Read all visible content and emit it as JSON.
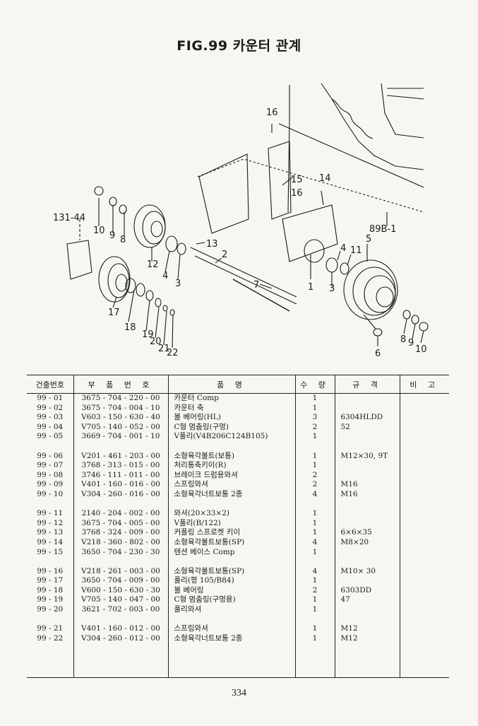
{
  "title": "FIG.99 카운터 관계",
  "callouts": [
    "16",
    "15",
    "16",
    "14",
    "89B-1",
    "131-44",
    "10",
    "9",
    "8",
    "12",
    "4",
    "3",
    "13",
    "2",
    "7",
    "1",
    "3",
    "4",
    "11",
    "5",
    "17",
    "18",
    "19",
    "20",
    "21",
    "22",
    "6",
    "8",
    "9",
    "10"
  ],
  "table": {
    "headers": [
      "건출번호",
      "부 품 번 호",
      "품 명",
      "수 량",
      "규 격",
      "비 고"
    ],
    "rows": [
      {
        "no": "99 - 01",
        "part": "3675 - 704 - 220 - 00",
        "name": "카운터 Comp",
        "qty": "1",
        "spec": "",
        "note": ""
      },
      {
        "no": "99 - 02",
        "part": "3675 - 704 - 004 - 10",
        "name": "카운터 축",
        "qty": "1",
        "spec": "",
        "note": ""
      },
      {
        "no": "99 - 03",
        "part": "V603 - 150 - 630 - 40",
        "name": "볼 베어링(HL)",
        "qty": "3",
        "spec": "6304HLDD",
        "note": ""
      },
      {
        "no": "99 - 04",
        "part": "V705 - 140 - 052 - 00",
        "name": "C형 멈춤링(구멍)",
        "qty": "2",
        "spec": "52",
        "note": ""
      },
      {
        "no": "99 - 05",
        "part": "3669 - 704 - 001 - 10",
        "name": "V풀리(V4B206C124B105)",
        "qty": "1",
        "spec": "",
        "note": ""
      },
      {
        "no": "",
        "part": "",
        "name": "",
        "qty": "",
        "spec": "",
        "note": ""
      },
      {
        "no": "99 - 06",
        "part": "V201 - 461 - 203 - 00",
        "name": "소형육각볼트(보통)",
        "qty": "1",
        "spec": "M12×30, 9T",
        "note": ""
      },
      {
        "no": "99 - 07",
        "part": "3768 - 313 - 015 - 00",
        "name": "처리통축키이(R)",
        "qty": "1",
        "spec": "",
        "note": ""
      },
      {
        "no": "99 - 08",
        "part": "3746 - 111 - 011 - 00",
        "name": "브레이크 드럼용와셔",
        "qty": "2",
        "spec": "",
        "note": ""
      },
      {
        "no": "99 - 09",
        "part": "V401 - 160 - 016 - 00",
        "name": "스프링와셔",
        "qty": "2",
        "spec": "M16",
        "note": ""
      },
      {
        "no": "99 - 10",
        "part": "V304 - 260 - 016 - 00",
        "name": "소형육각너트보통 2종",
        "qty": "4",
        "spec": "M16",
        "note": ""
      },
      {
        "no": "",
        "part": "",
        "name": "",
        "qty": "",
        "spec": "",
        "note": ""
      },
      {
        "no": "99 - 11",
        "part": "2140 - 204 - 002 - 00",
        "name": "와셔(20×33×2)",
        "qty": "1",
        "spec": "",
        "note": ""
      },
      {
        "no": "99 - 12",
        "part": "3675 - 704 - 005 - 00",
        "name": "V풀리(B/122)",
        "qty": "1",
        "spec": "",
        "note": ""
      },
      {
        "no": "99 - 13",
        "part": "3768 - 324 - 009 - 00",
        "name": "커플링 스프로켓 키이",
        "qty": "1",
        "spec": "6×6×35",
        "note": ""
      },
      {
        "no": "99 - 14",
        "part": "V218 - 360 - 802 - 00",
        "name": "소형육각볼트보통(SP)",
        "qty": "4",
        "spec": "M8×20",
        "note": ""
      },
      {
        "no": "99 - 15",
        "part": "3650 - 704 - 230 - 30",
        "name": "텐션 베이스 Comp",
        "qty": "1",
        "spec": "",
        "note": ""
      },
      {
        "no": "",
        "part": "",
        "name": "",
        "qty": "",
        "spec": "",
        "note": ""
      },
      {
        "no": "99 - 16",
        "part": "V218 - 261 - 003 - 00",
        "name": "소형육각볼트보통(SP)",
        "qty": "4",
        "spec": "M10× 30",
        "note": ""
      },
      {
        "no": "99 - 17",
        "part": "3650 - 704 - 009 - 00",
        "name": "풀리(평 105/B84)",
        "qty": "1",
        "spec": "",
        "note": ""
      },
      {
        "no": "99 - 18",
        "part": "V600 - 150 - 630 - 30",
        "name": "볼 베어링",
        "qty": "2",
        "spec": "6303DD",
        "note": ""
      },
      {
        "no": "99 - 19",
        "part": "V705 - 140 - 047 - 00",
        "name": "C형 멈춤링(구멍용)",
        "qty": "1",
        "spec": "47",
        "note": ""
      },
      {
        "no": "99 - 20",
        "part": "3621 - 702 - 003 - 00",
        "name": "풀리와셔",
        "qty": "1",
        "spec": "",
        "note": ""
      },
      {
        "no": "",
        "part": "",
        "name": "",
        "qty": "",
        "spec": "",
        "note": ""
      },
      {
        "no": "99 - 21",
        "part": "V401 - 160 - 012 - 00",
        "name": "스프링와셔",
        "qty": "1",
        "spec": "M12",
        "note": ""
      },
      {
        "no": "99 - 22",
        "part": "V304 - 260 - 012 - 00",
        "name": "소형육각너트보통 2종",
        "qty": "1",
        "spec": "M12",
        "note": ""
      }
    ]
  },
  "page_number": "334"
}
